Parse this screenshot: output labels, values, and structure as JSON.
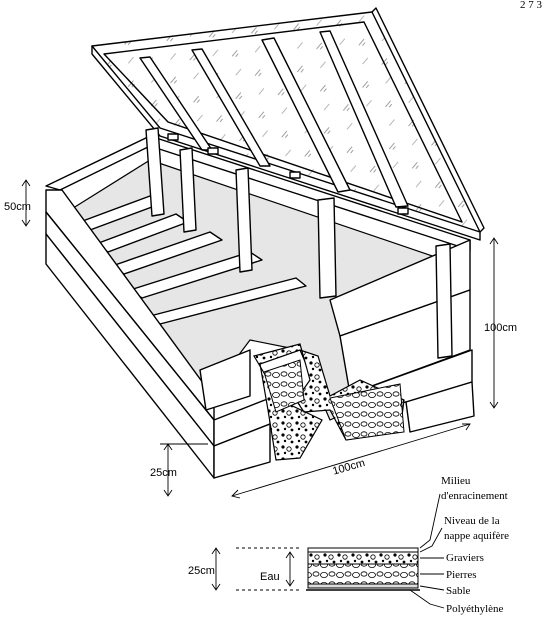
{
  "page_number": "2 7 3",
  "dimensions": {
    "height_top": "50cm",
    "height_right": "100cm",
    "length_bottom": "100cm",
    "depth_left": "25cm"
  },
  "legend": {
    "depth_label": "25cm",
    "water_label": "Eau",
    "items": [
      "Milieu d'enracinement",
      "Niveau de la nappe aquifère",
      "Graviers",
      "Pierres",
      "Sable",
      "Polyéthylène"
    ]
  }
}
